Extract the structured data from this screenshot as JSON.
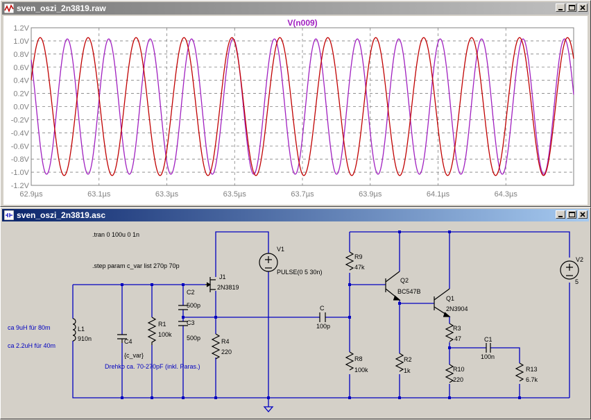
{
  "colors": {
    "trace_red": "#c00000",
    "trace_purple": "#a020c0",
    "wire": "#0000c0",
    "label": "#000000",
    "note": "#0000c0",
    "grid": "#808080"
  },
  "waveform_window": {
    "title": "sven_oszi_2n3819.raw",
    "trace_label": "V(n009)",
    "controls": [
      "minimize-icon",
      "maximize-icon",
      "close-icon"
    ]
  },
  "chart_data": {
    "type": "line",
    "title": "V(n009)",
    "xlabel": "",
    "ylabel": "",
    "xlim": [
      62.9,
      64.5
    ],
    "ylim": [
      -1.2,
      1.2
    ],
    "grid": true,
    "x_ticks": [
      "62.9µs",
      "63.1µs",
      "63.3µs",
      "63.5µs",
      "63.7µs",
      "63.9µs",
      "64.1µs",
      "64.3µs"
    ],
    "y_ticks": [
      "1.2V",
      "1.0V",
      "0.8V",
      "0.6V",
      "0.4V",
      "0.2V",
      "0.0V",
      "-0.2V",
      "-0.4V",
      "-0.6V",
      "-0.8V",
      "-1.0V",
      "-1.2V"
    ],
    "series": [
      {
        "color": "#a020c0",
        "amplitude": 1.03,
        "period_us": 0.1222,
        "peak_at_us": 63.0065
      },
      {
        "color": "#c00000",
        "amplitude": 1.05,
        "period_us": 0.1414,
        "peak_at_us": 62.9265
      }
    ]
  },
  "schematic_window": {
    "title": "sven_oszi_2n3819.asc",
    "controls": [
      "minimize-icon",
      "maximize-icon",
      "close-icon"
    ],
    "directives": [
      ".tran 0 100u 0 1n",
      ".step param c_var list 270p 70p"
    ],
    "notes": [
      "ca 9uH für 80m",
      "ca 2.2uH für 40m",
      "Drehko ca. 70-270pF (inkl. Paras.)"
    ],
    "components": {
      "L1": {
        "name": "L1",
        "value": "910n"
      },
      "C4": {
        "name": "C4",
        "value": "{c_var}"
      },
      "R1": {
        "name": "R1",
        "value": "100k"
      },
      "C2": {
        "name": "C2",
        "value": "500p"
      },
      "C3": {
        "name": "C3",
        "value": "500p"
      },
      "J1": {
        "name": "J1",
        "value": "2N3819"
      },
      "R4": {
        "name": "R4",
        "value": "220"
      },
      "V1": {
        "name": "V1",
        "value": "PULSE(0 5 30n)"
      },
      "C": {
        "name": "C",
        "value": "100p"
      },
      "R9": {
        "name": "R9",
        "value": "47k"
      },
      "R8": {
        "name": "R8",
        "value": "100k"
      },
      "Q2": {
        "name": "Q2",
        "value": "BC547B"
      },
      "R2": {
        "name": "R2",
        "value": "1k"
      },
      "Q1": {
        "name": "Q1",
        "value": "2N3904"
      },
      "R3": {
        "name": "R3",
        "value": "47"
      },
      "C1": {
        "name": "C1",
        "value": "100n"
      },
      "R10": {
        "name": "R10",
        "value": "220"
      },
      "R13": {
        "name": "R13",
        "value": "6.7k"
      },
      "V2": {
        "name": "V2",
        "value": "5"
      }
    }
  }
}
